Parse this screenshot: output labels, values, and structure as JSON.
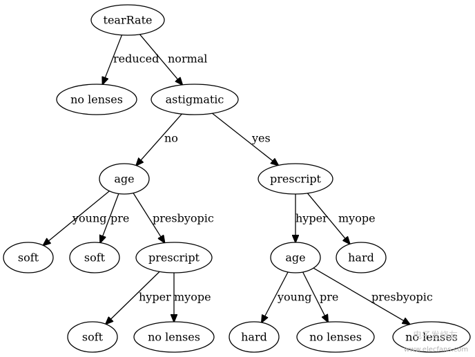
{
  "diagram": {
    "nodes": [
      {
        "id": "n_tearRate",
        "label": "tearRate"
      },
      {
        "id": "n_nolenses1",
        "label": "no lenses"
      },
      {
        "id": "n_astigmatic",
        "label": "astigmatic"
      },
      {
        "id": "n_age1",
        "label": "age"
      },
      {
        "id": "n_prescript1",
        "label": "prescript"
      },
      {
        "id": "n_soft1",
        "label": "soft"
      },
      {
        "id": "n_soft2",
        "label": "soft"
      },
      {
        "id": "n_prescript2",
        "label": "prescript"
      },
      {
        "id": "n_age2",
        "label": "age"
      },
      {
        "id": "n_hard1",
        "label": "hard"
      },
      {
        "id": "n_soft3",
        "label": "soft"
      },
      {
        "id": "n_nolenses2",
        "label": "no lenses"
      },
      {
        "id": "n_hard2",
        "label": "hard"
      },
      {
        "id": "n_nolenses3",
        "label": "no lenses"
      },
      {
        "id": "n_nolenses4",
        "label": "no lenses"
      }
    ],
    "edges": [
      {
        "id": "e_reduced",
        "from": "n_tearRate",
        "to": "n_nolenses1",
        "label": "reduced"
      },
      {
        "id": "e_normal",
        "from": "n_tearRate",
        "to": "n_astigmatic",
        "label": "normal"
      },
      {
        "id": "e_no",
        "from": "n_astigmatic",
        "to": "n_age1",
        "label": "no"
      },
      {
        "id": "e_yes",
        "from": "n_astigmatic",
        "to": "n_prescript1",
        "label": "yes"
      },
      {
        "id": "e_young1",
        "from": "n_age1",
        "to": "n_soft1",
        "label": "young"
      },
      {
        "id": "e_pre1",
        "from": "n_age1",
        "to": "n_soft2",
        "label": "pre"
      },
      {
        "id": "e_presbyopic1",
        "from": "n_age1",
        "to": "n_prescript2",
        "label": "presbyopic"
      },
      {
        "id": "e_hyper1",
        "from": "n_prescript1",
        "to": "n_age2",
        "label": "hyper"
      },
      {
        "id": "e_myope1",
        "from": "n_prescript1",
        "to": "n_hard1",
        "label": "myope"
      },
      {
        "id": "e_hyper2",
        "from": "n_prescript2",
        "to": "n_soft3",
        "label": "hyper"
      },
      {
        "id": "e_myope2",
        "from": "n_prescript2",
        "to": "n_nolenses2",
        "label": "myope"
      },
      {
        "id": "e_young2",
        "from": "n_age2",
        "to": "n_hard2",
        "label": "young"
      },
      {
        "id": "e_pre2",
        "from": "n_age2",
        "to": "n_nolenses3",
        "label": "pre"
      },
      {
        "id": "e_presbyopic2",
        "from": "n_age2",
        "to": "n_nolenses4",
        "label": "presbyopic"
      }
    ]
  },
  "watermark": {
    "text": "www.elecfans.com",
    "logo_text": "电子发烧友"
  }
}
